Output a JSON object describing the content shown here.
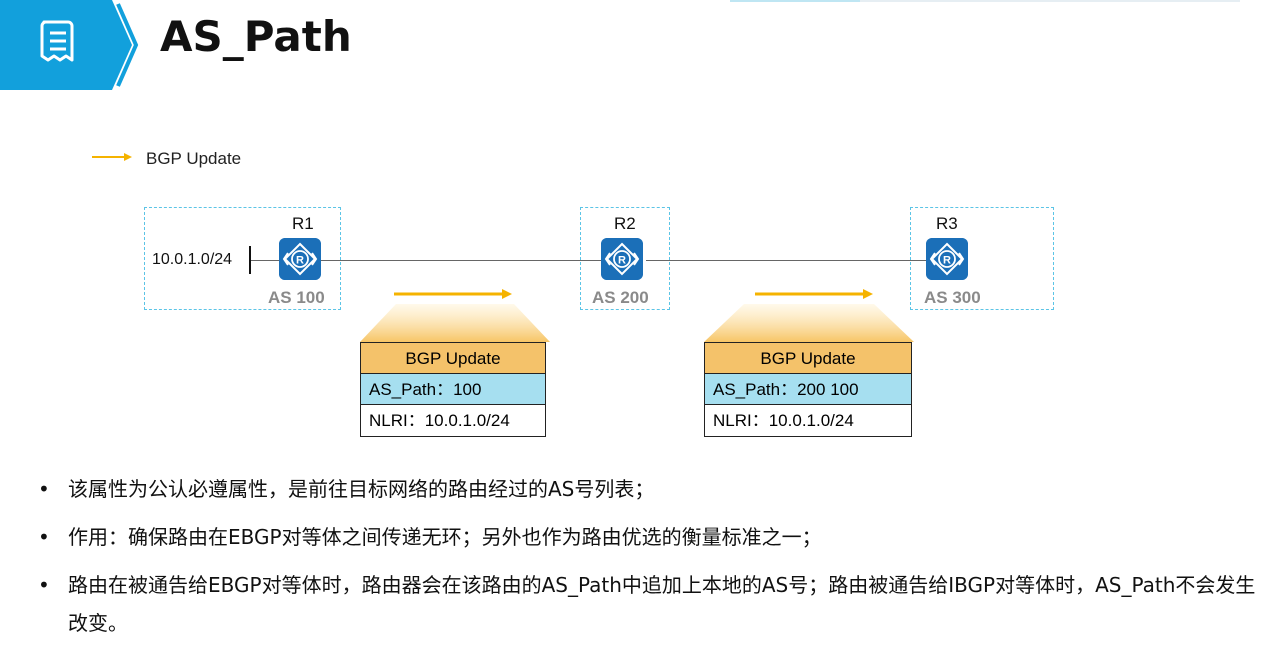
{
  "header": {
    "title": "AS_Path",
    "icon": "document-list-icon",
    "accent_color": "#12a0dc"
  },
  "legend": {
    "label": "BGP Update",
    "arrow_color": "#f5b300"
  },
  "routers": [
    {
      "name": "R1",
      "as": "AS 100"
    },
    {
      "name": "R2",
      "as": "AS 200"
    },
    {
      "name": "R3",
      "as": "AS 300"
    }
  ],
  "prefix": "10.0.1.0/24",
  "updates": [
    {
      "title": "BGP Update",
      "as_path": "AS_Path：100",
      "nlri": "NLRI：10.0.1.0/24"
    },
    {
      "title": "BGP Update",
      "as_path": "AS_Path：200 100",
      "nlri": "NLRI：10.0.1.0/24"
    }
  ],
  "bullets": [
    "该属性为公认必遵属性，是前往目标网络的路由经过的AS号列表；",
    "作用：确保路由在EBGP对等体之间传递无环；另外也作为路由优选的衡量标准之一；",
    "路由在被通告给EBGP对等体时，路由器会在该路由的AS_Path中追加上本地的AS号；路由被通告给IBGP对等体时，AS_Path不会发生改变。"
  ],
  "bullet_marker": "•"
}
